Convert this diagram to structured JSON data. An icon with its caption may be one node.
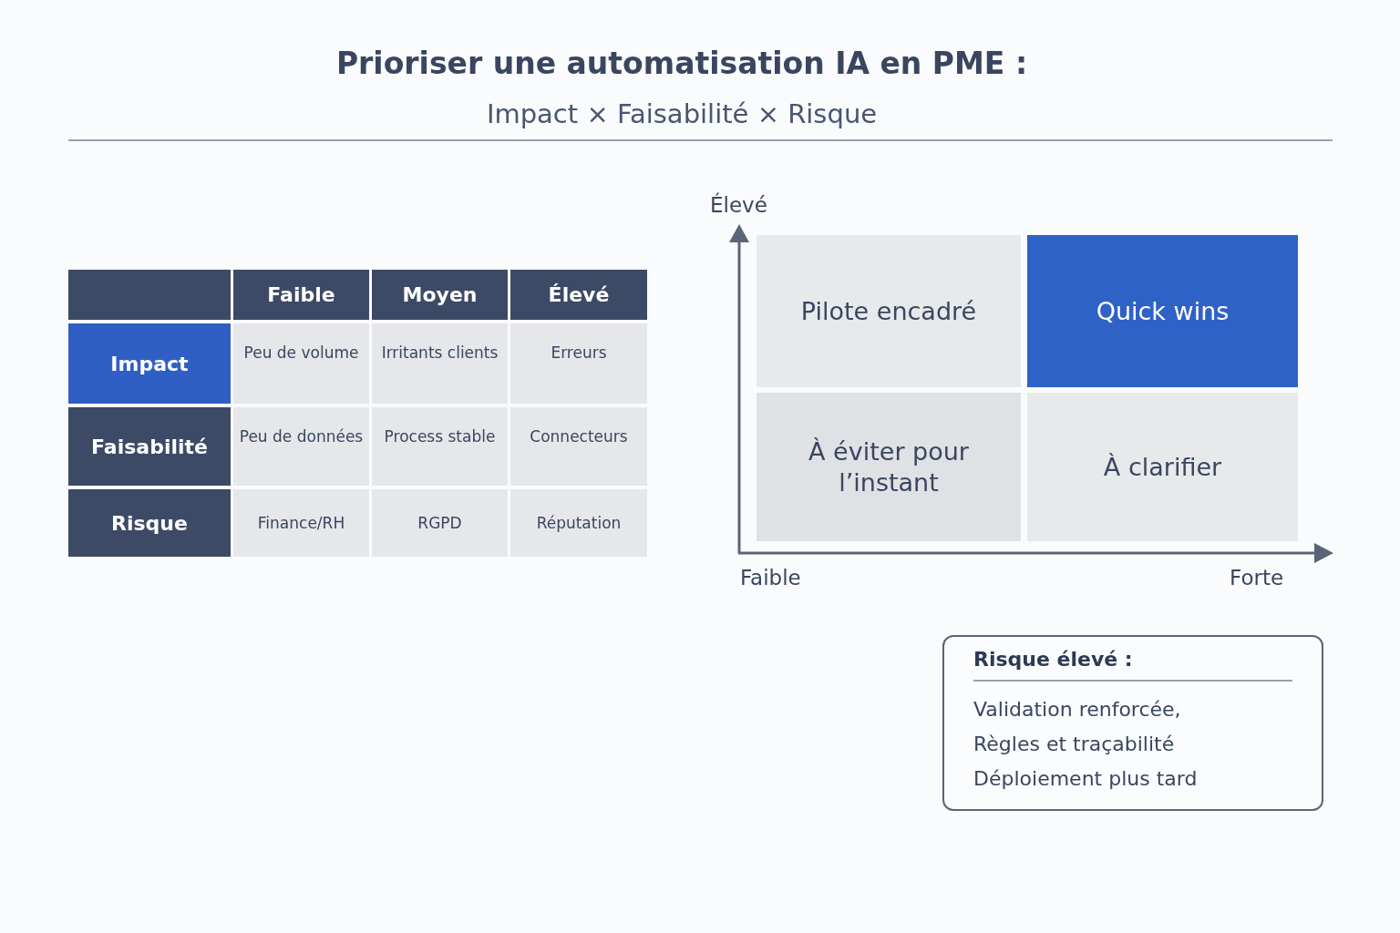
{
  "diagram": {
    "title": "Prioriser une automatisation IA en PME :",
    "nodes": [
      {
        "text": [
          "Pilote encadré"
        ]
      },
      {
        "text": [
          "Quick wins"
        ]
      },
      {
        "text": [
          "À éviter pour l’instant"
        ]
      },
      {
        "text": [
          "À clarifier"
        ]
      },
      {
        "text": [
          "Risque élevé :",
          "Validation renforcée,",
          "Règles et traçabilité",
          "Déploiement plus tard"
        ]
      }
    ],
    "edges": [],
    "labels": [
      "Impact × Faisabilité × Risque",
      "Élevé",
      "Faible",
      "Moyen",
      "Élevé",
      "Impact",
      "Peu de volume",
      "Irritants clients",
      "Erreurs",
      "Faisabilité",
      "Peu de données",
      "Process stable",
      "Connecteurs",
      "Risque",
      "Finance/RH",
      "RGPD",
      "Réputation",
      "Faible",
      "Forte"
    ]
  }
}
